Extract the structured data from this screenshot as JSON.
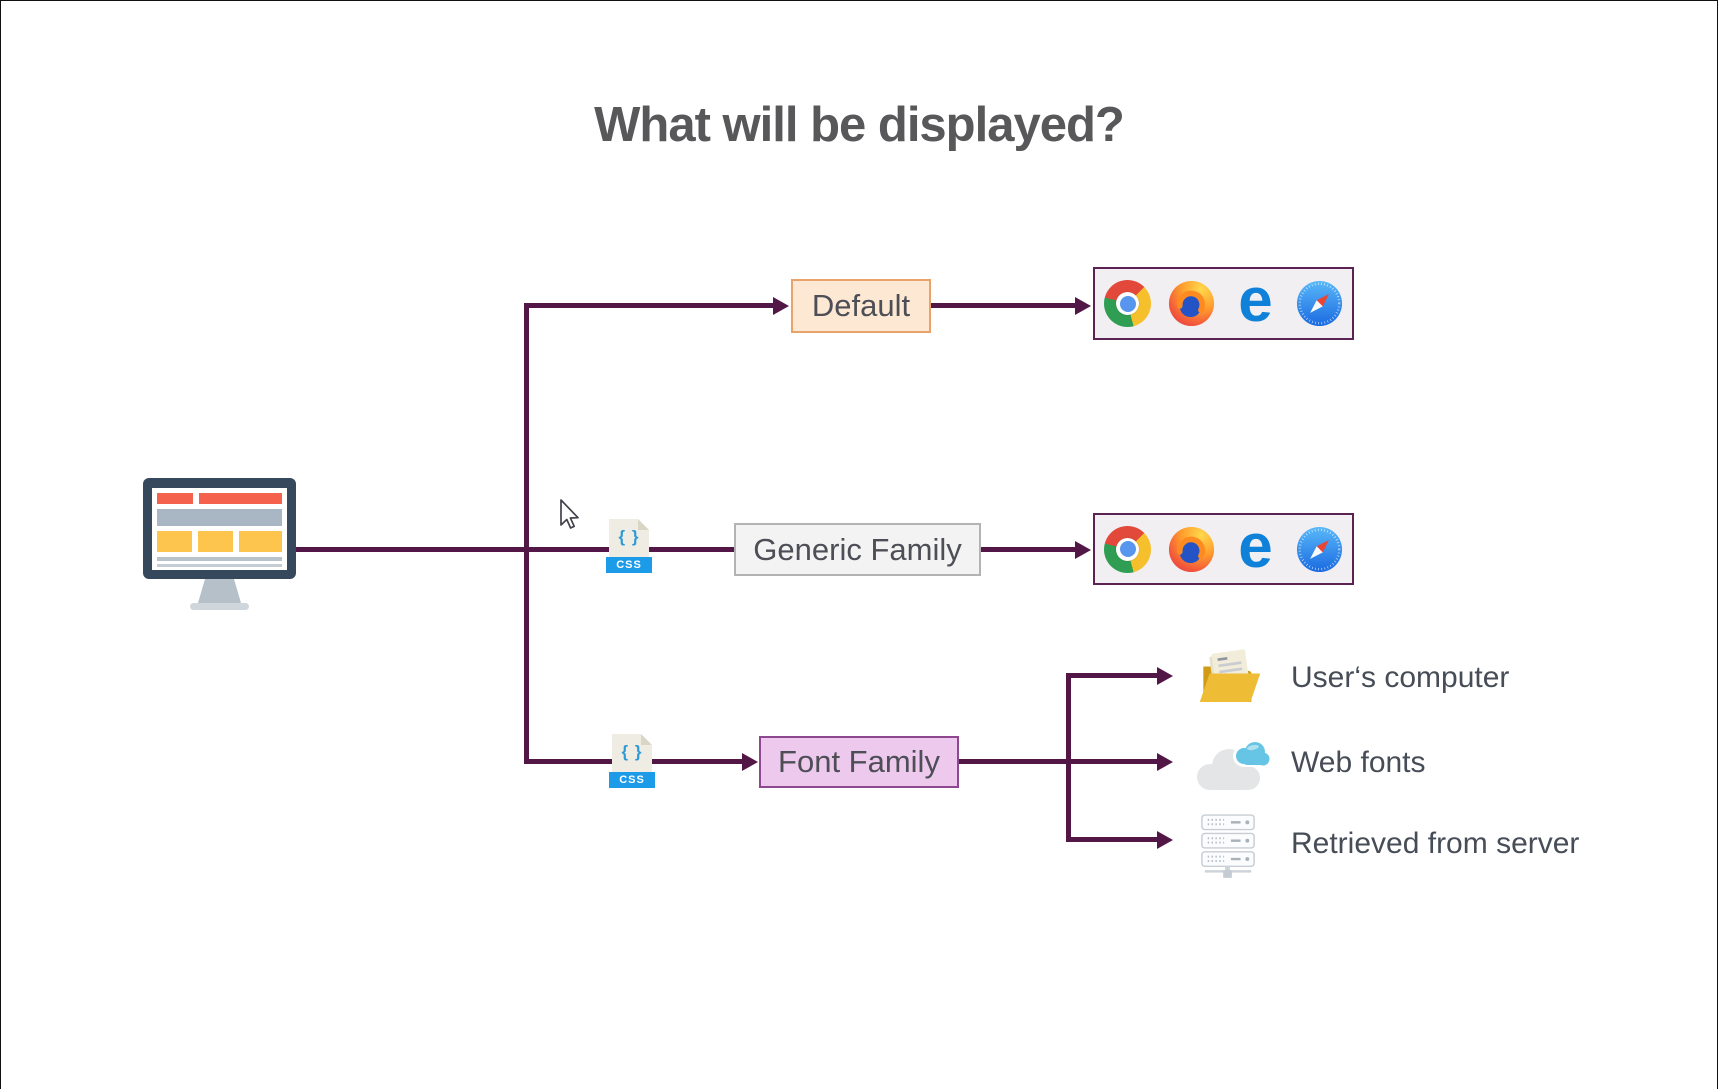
{
  "title": "What will be displayed?",
  "nodes": {
    "default": {
      "label": "Default"
    },
    "generic_family": {
      "label": "Generic Family"
    },
    "font_family": {
      "label": "Font Family"
    }
  },
  "css_file": {
    "braces": "{ }",
    "label": "CSS"
  },
  "browsers": [
    "Chrome",
    "Firefox",
    "Edge",
    "Safari"
  ],
  "icons": {
    "edge_glyph": "e"
  },
  "font_sources": [
    {
      "icon": "folder-icon",
      "label": "User‘s computer"
    },
    {
      "icon": "cloud-icon",
      "label": "Web fonts"
    },
    {
      "icon": "server-icon",
      "label": "Retrieved from server"
    }
  ],
  "colors": {
    "connector": "#521746",
    "default_fill": "#fde8d3",
    "default_border": "#eaa26b",
    "generic_fill": "#f3f3f3",
    "generic_border": "#b3b3b3",
    "font_family_fill": "#eec9ee",
    "font_family_border": "#8f4790",
    "browser_box_fill": "#f1eff1",
    "browser_box_border": "#5b2254",
    "css_banner_blue": "#1b9be8",
    "title_text": "#58585a",
    "label_text": "#474d57"
  }
}
